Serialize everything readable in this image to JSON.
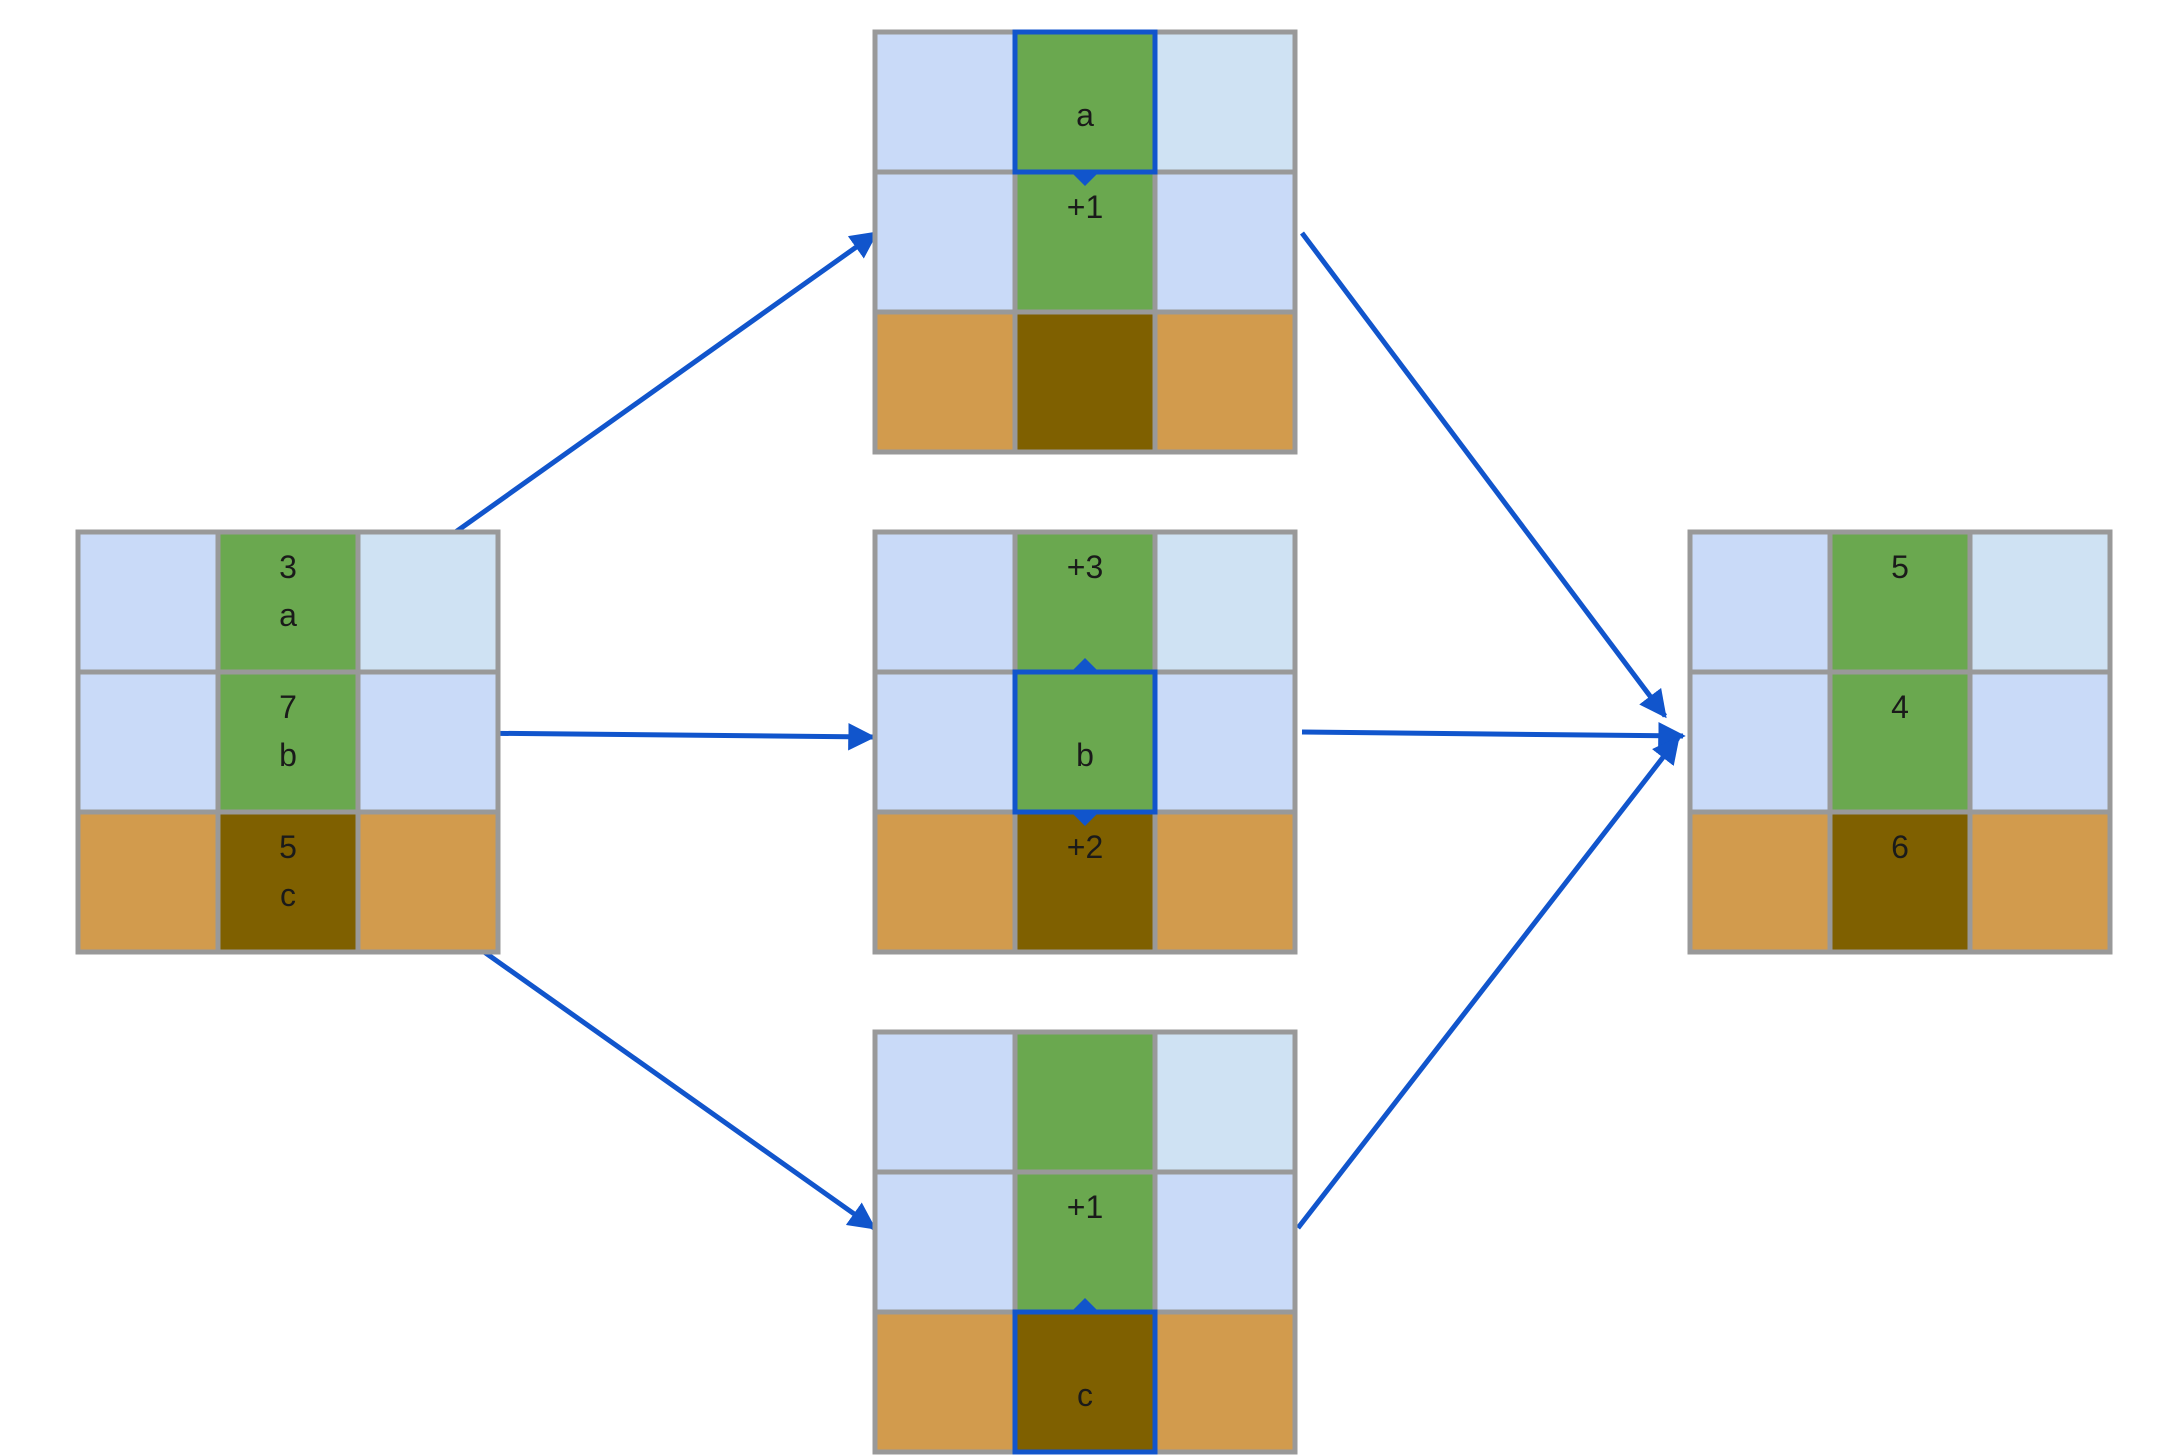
{
  "colors": {
    "sky": "#c9daf8",
    "sky_light": "#cfe2f3",
    "sand": "#d29b4d",
    "green": "#6aa84f",
    "brown": "#7f6000",
    "grid_border": "#999999",
    "arrow": "#1155cc",
    "text": "#1a1a1a"
  },
  "grids": {
    "input": {
      "r0": {
        "line1": "3",
        "line2": "a"
      },
      "r1": {
        "line1": "7",
        "line2": "b"
      },
      "r2": {
        "line1": "5",
        "line2": "c"
      }
    },
    "top": {
      "r0": {
        "line1": "",
        "line2": "a"
      },
      "r1": {
        "line1": "+1",
        "line2": ""
      },
      "r2": {
        "line1": "",
        "line2": ""
      }
    },
    "middle": {
      "r0": {
        "line1": "+3",
        "line2": ""
      },
      "r1": {
        "line1": "",
        "line2": "b"
      },
      "r2": {
        "line1": "+2",
        "line2": ""
      }
    },
    "bottom": {
      "r0": {
        "line1": "",
        "line2": ""
      },
      "r1": {
        "line1": "+1",
        "line2": ""
      },
      "r2": {
        "line1": "",
        "line2": "c"
      }
    },
    "output": {
      "r0": {
        "line1": "5",
        "line2": ""
      },
      "r1": {
        "line1": "4",
        "line2": ""
      },
      "r2": {
        "line1": "6",
        "line2": ""
      }
    }
  }
}
